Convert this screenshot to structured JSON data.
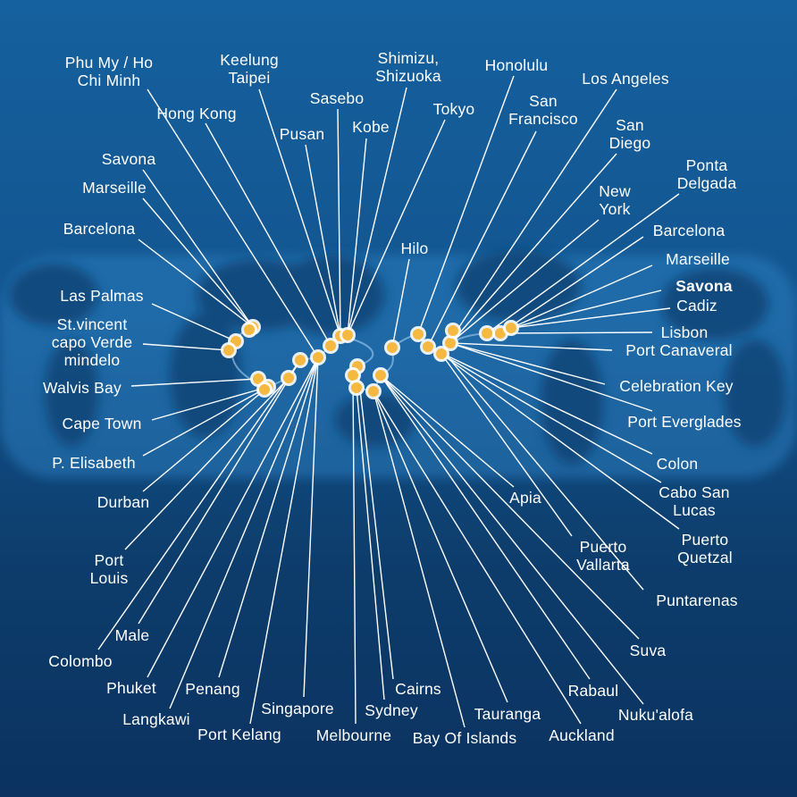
{
  "title": "Cruise itinerary route map",
  "colors": {
    "background": "#12558f",
    "dot": "#f5b942",
    "line": "#ffffff"
  },
  "highlighted_port": "Savona",
  "ports": [
    "Phu My / Ho\nChi Minh",
    "Keelung\nTaipei",
    "Hong Kong",
    "Pusan",
    "Sasebo",
    "Kobe",
    "Shimizu,\nShizuoka",
    "Tokyo",
    "Honolulu",
    "San\nFrancisco",
    "Los Angeles",
    "San\nDiego",
    "New\nYork",
    "Ponta\nDelgada",
    "Barcelona",
    "Marseille",
    "Savona",
    "Cadiz",
    "Lisbon",
    "Port Canaveral",
    "Celebration Key",
    "Port Everglades",
    "Colon",
    "Cabo San\nLucas",
    "Puerto\nQuetzal",
    "Puntarenas",
    "Suva",
    "Nuku'alofa",
    "Auckland",
    "Rabaul",
    "Tauranga",
    "Bay Of Islands",
    "Apia",
    "Puerto\nVallarta",
    "Hilo",
    "Cairns",
    "Sydney",
    "Melbourne",
    "Singapore",
    "Port Kelang",
    "Penang",
    "Langkawi",
    "Phuket",
    "Colombo",
    "Male",
    "Port\nLouis",
    "Durban",
    "P. Elisabeth",
    "Cape Town",
    "Walvis Bay",
    "St.vincent\ncapo Verde\nmindelo",
    "Las Palmas",
    "Barcelona",
    "Marseille",
    "Savona"
  ]
}
